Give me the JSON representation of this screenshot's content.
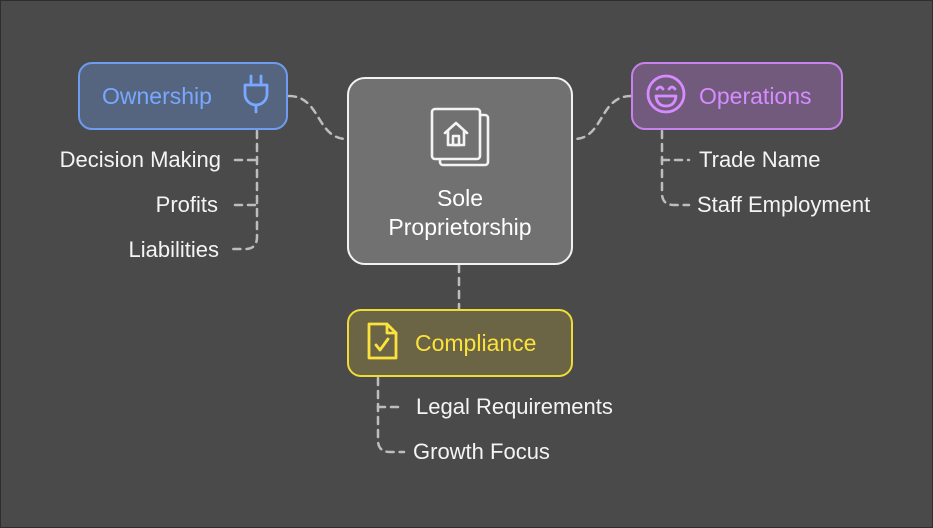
{
  "center": {
    "line1": "Sole",
    "line2": "Proprietorship",
    "icon": "house-document-icon"
  },
  "branches": {
    "ownership": {
      "label": "Ownership",
      "icon": "plug-icon",
      "color": "#78a8ff",
      "items": [
        "Decision Making",
        "Profits",
        "Liabilities"
      ]
    },
    "operations": {
      "label": "Operations",
      "icon": "smiley-icon",
      "color": "#d68bff",
      "items": [
        "Trade Name",
        "Staff Employment"
      ]
    },
    "compliance": {
      "label": "Compliance",
      "icon": "checked-document-icon",
      "color": "#fbe33c",
      "items": [
        "Legal Requirements",
        "Growth Focus"
      ]
    }
  }
}
